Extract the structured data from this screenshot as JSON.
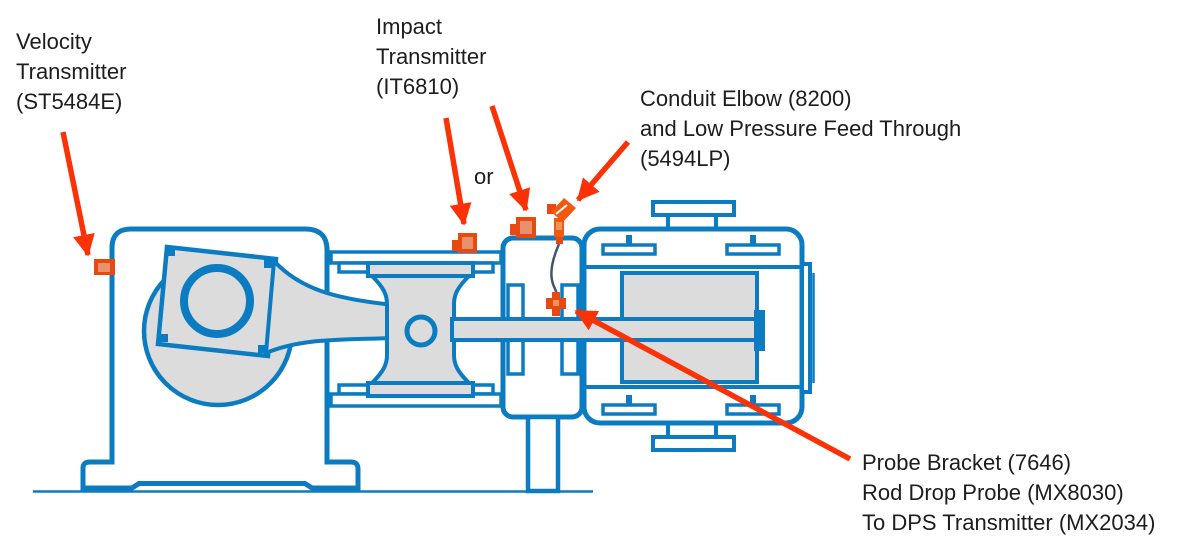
{
  "diagram": {
    "title_implied": "Reciprocating compressor monitoring points",
    "labels": {
      "velocity_transmitter": [
        "Velocity",
        "Transmitter",
        "(ST5484E)"
      ],
      "impact_transmitter": [
        "Impact",
        "Transmitter",
        "(IT6810)"
      ],
      "or_label": "or",
      "conduit_elbow": [
        "Conduit Elbow (8200)",
        "and Low Pressure Feed Through",
        "(5494LP)"
      ],
      "probe_bracket": [
        "Probe Bracket (7646)",
        "Rod Drop Probe (MX8030)",
        "To DPS Transmitter (MX2034)"
      ]
    },
    "colors": {
      "machine_outline": "#0b7cc2",
      "machine_fill": "#dcdcdc",
      "arrow_red": "#fb3205",
      "sensor_orange": "#e84911",
      "sensor_inner": "#e9906c",
      "elbow_orange": "#f05a10",
      "wire_dark": "#44546a",
      "text": "#1d1d1d"
    }
  }
}
